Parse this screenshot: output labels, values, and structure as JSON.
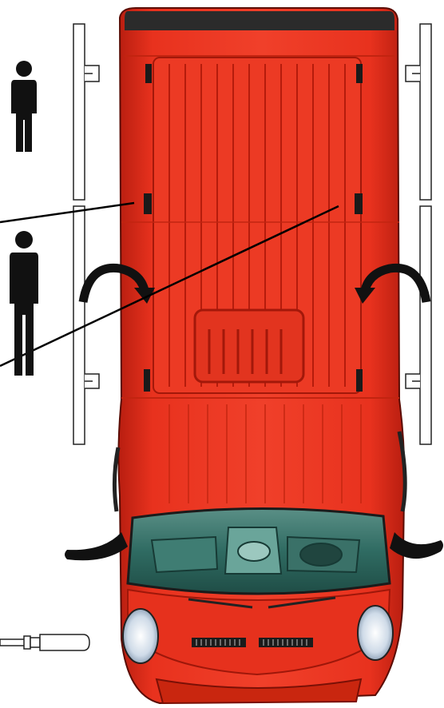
{
  "colors": {
    "van_body": "#e8321e",
    "van_body_dark": "#b81e10",
    "van_body_light": "#f45a3c",
    "windshield": "#2f6b62",
    "windshield_light": "#8fbfb3",
    "outline": "#111111",
    "panel_fill": "#ffffff",
    "person": "#111111",
    "headlight": "#dfe8f2"
  },
  "icons": {
    "person_small": "person-icon",
    "person_large": "person-icon",
    "rotate_left": "curved-arrow-icon",
    "rotate_right": "curved-arrow-icon",
    "tool": "screwdriver-icon"
  },
  "figure": {
    "subject": "van",
    "view": "top",
    "side_panels_per_side": 2,
    "leader_lines": 2,
    "people": 2
  }
}
